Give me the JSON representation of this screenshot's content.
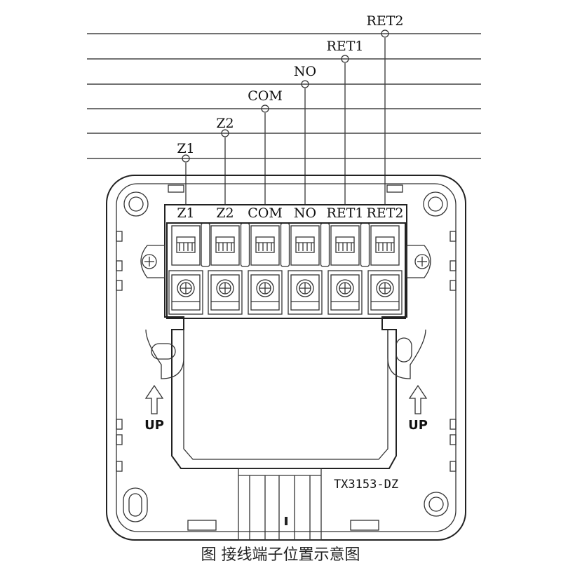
{
  "terminals": [
    "Z1",
    "Z2",
    "COM",
    "NO",
    "RET1",
    "RET2"
  ],
  "wire_labels": [
    "Z1",
    "Z2",
    "COM",
    "NO",
    "RET1",
    "RET2"
  ],
  "model": "TX3153-DZ",
  "mount_arrows": {
    "left_label": "UP",
    "right_label": "UP"
  },
  "caption_fragment": "图   接线端子位置示意图"
}
